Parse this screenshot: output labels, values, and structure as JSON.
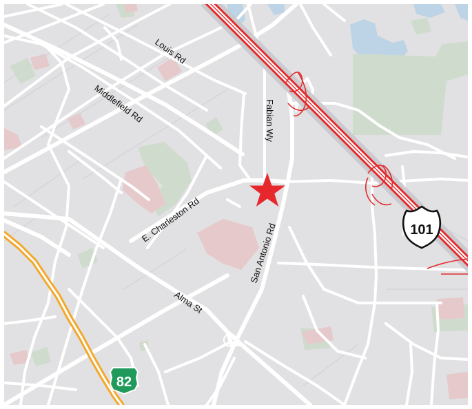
{
  "map": {
    "colors": {
      "land": "#e1e1e3",
      "frame": "#ffffff",
      "road": "#ffffff",
      "water": "#bcd4e6",
      "park": "#cfdccd",
      "commercial": "#e6c9ca",
      "freeway_outline": "#e32b2d",
      "state_route": "#f2a82c",
      "marker": "#e6282d",
      "shield_us": "#ffffff",
      "shield_state": "#1f9a5a"
    },
    "labels": {
      "louis": "Louis Rd",
      "middlefield": "Middlefield Rd",
      "fabian": "Fabian Wy",
      "charleston": "E. Charleston Rd",
      "san_antonio": "San Antonio Rd",
      "alma": "Alma St"
    },
    "shields": {
      "us_101": "101",
      "ca_82": "82"
    },
    "marker": {
      "icon": "star-icon",
      "meaning": "location"
    }
  }
}
